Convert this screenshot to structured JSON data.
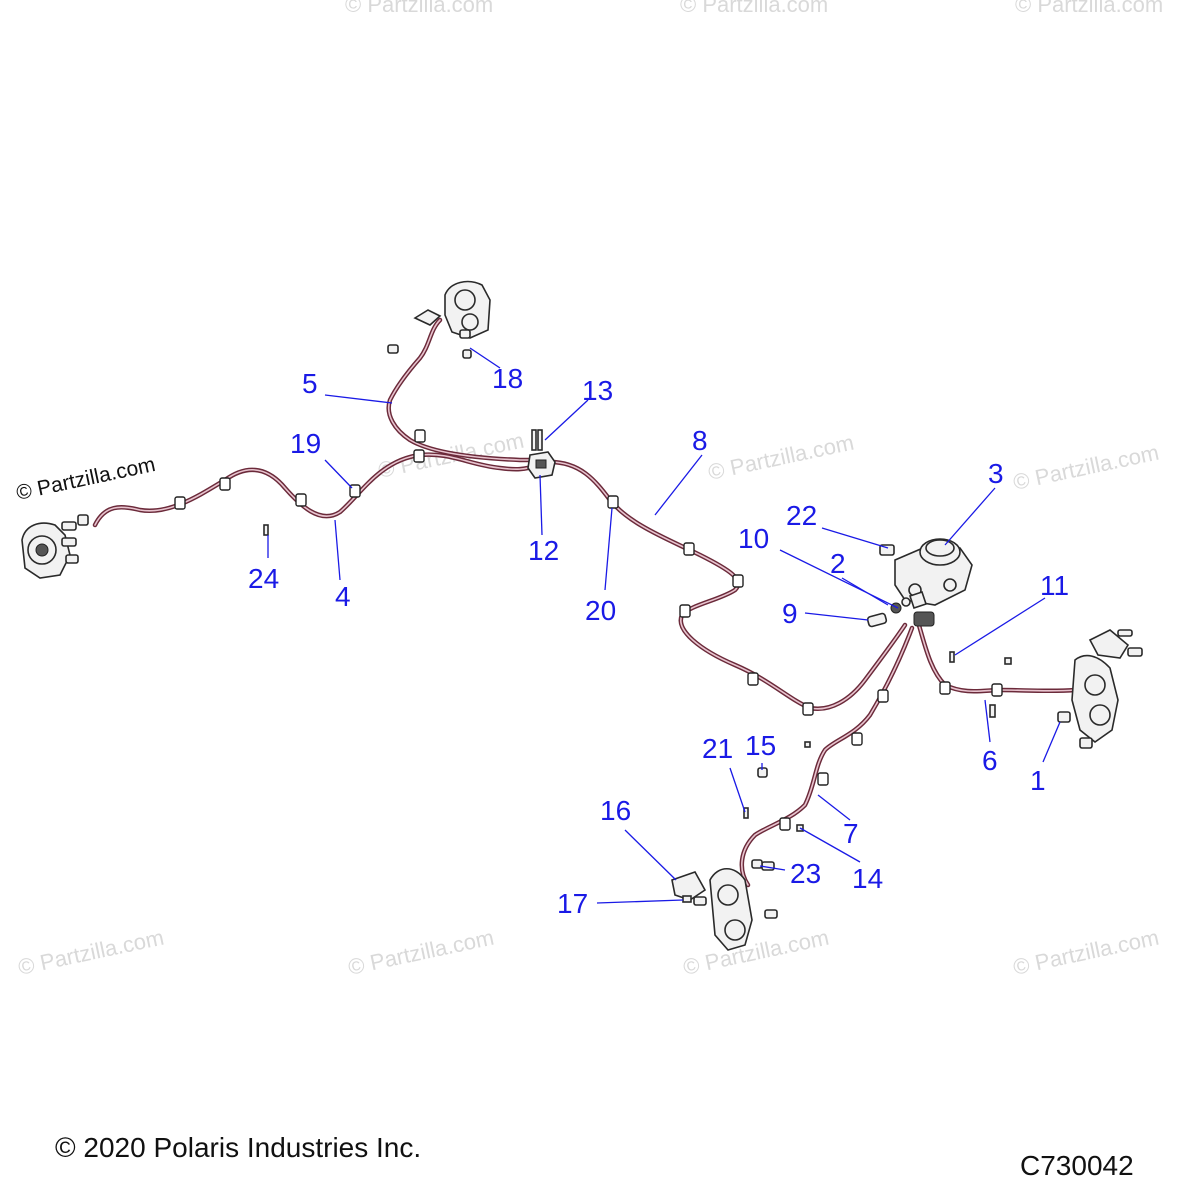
{
  "watermark": "© Partzilla.com",
  "credit": "© Partzilla.com",
  "copyright": "© 2020 Polaris Industries Inc.",
  "diagram_code": "C730042",
  "callouts": {
    "c1": "1",
    "c2": "2",
    "c3": "3",
    "c4": "4",
    "c5": "5",
    "c6": "6",
    "c7": "7",
    "c8": "8",
    "c9": "9",
    "c10": "10",
    "c11": "11",
    "c12": "12",
    "c13": "13",
    "c14": "14",
    "c15": "15",
    "c16": "16",
    "c17": "17",
    "c18": "18",
    "c19": "19",
    "c20": "20",
    "c21": "21",
    "c22": "22",
    "c23": "23",
    "c24": "24"
  },
  "colors": {
    "callout": "#1a1ae6",
    "brake_line": "#6b2a3a",
    "watermark": "#d9d9d9"
  }
}
